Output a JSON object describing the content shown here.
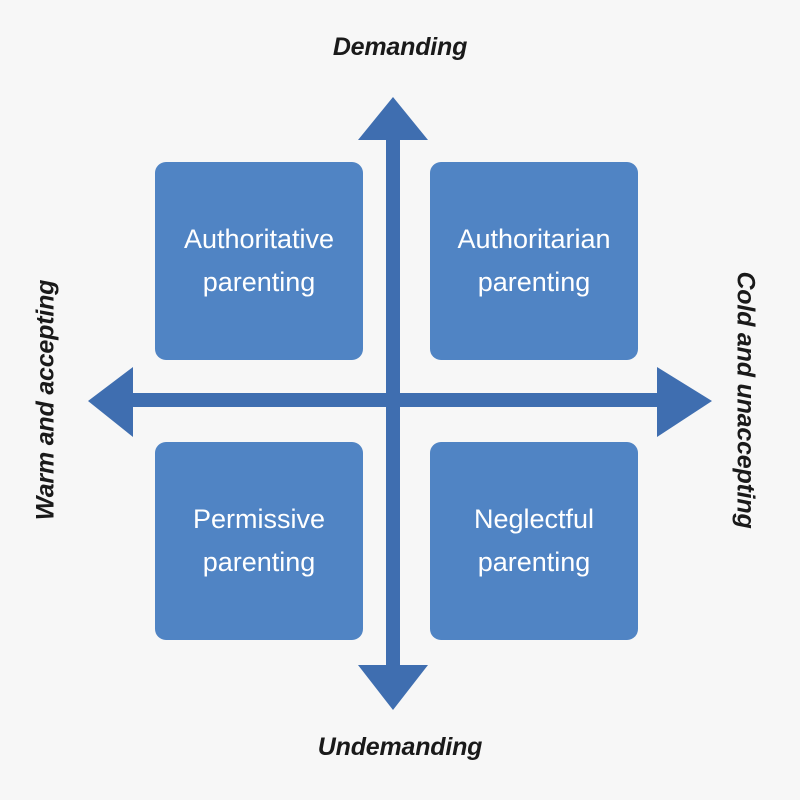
{
  "diagram": {
    "title": "Parenting styles quadrant diagram",
    "background_color": "#f7f7f7",
    "box_color": "#5084c4",
    "arrow_color": "#3f6eb0",
    "box_text_color": "#ffffff",
    "axis_label_color": "#1a1a1a"
  },
  "axes": {
    "top": {
      "label": "Demanding"
    },
    "bottom": {
      "label": "Undemanding"
    },
    "left": {
      "label": "Warm and accepting"
    },
    "right": {
      "label": "Cold and unaccepting"
    }
  },
  "quadrants": [
    {
      "id": "top-left",
      "line1": "Authoritative",
      "line2": "parenting",
      "axis_x": "Warm and accepting",
      "axis_y": "Demanding"
    },
    {
      "id": "top-right",
      "line1": "Authoritarian",
      "line2": "parenting",
      "axis_x": "Cold and unaccepting",
      "axis_y": "Demanding"
    },
    {
      "id": "bottom-left",
      "line1": "Permissive",
      "line2": "parenting",
      "axis_x": "Warm and accepting",
      "axis_y": "Undemanding"
    },
    {
      "id": "bottom-right",
      "line1": "Neglectful",
      "line2": "parenting",
      "axis_x": "Cold and unaccepting",
      "axis_y": "Undemanding"
    }
  ]
}
